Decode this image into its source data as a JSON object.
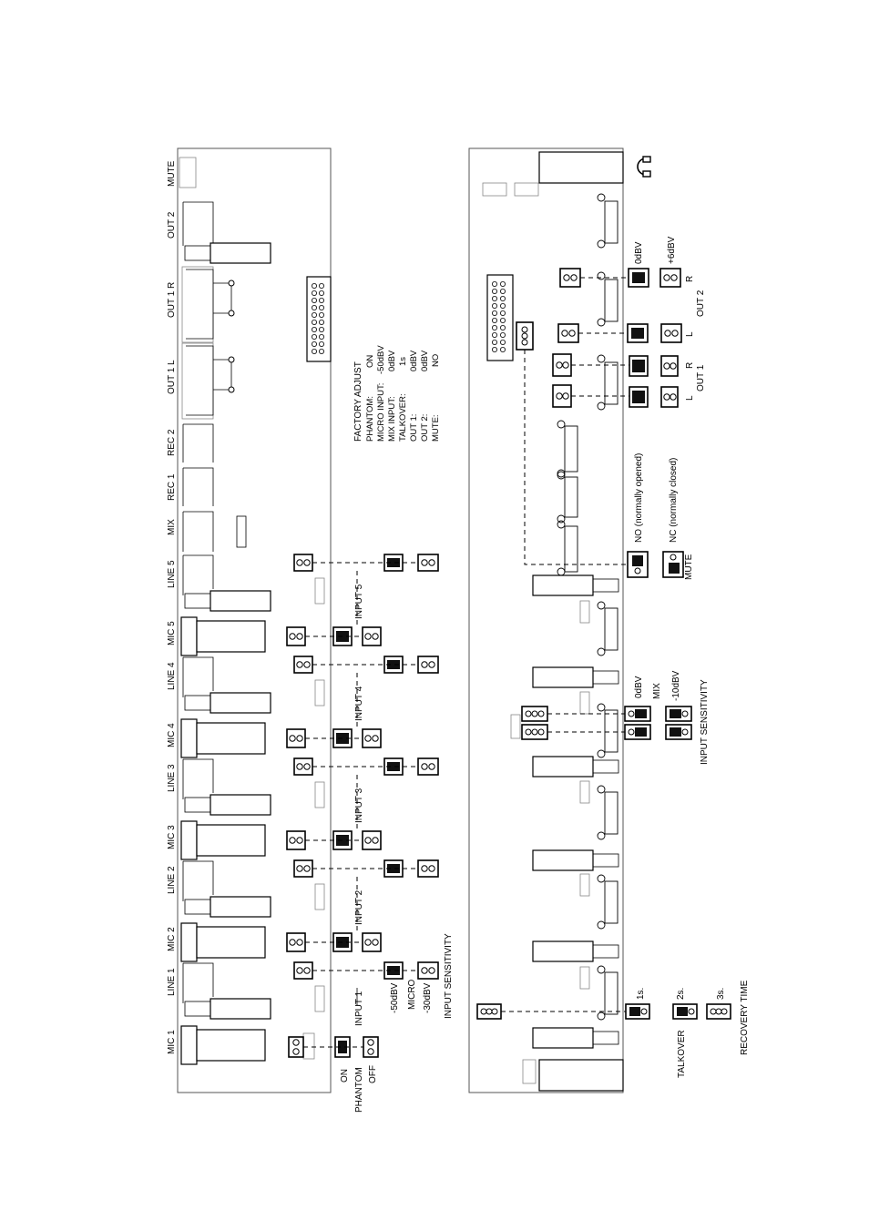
{
  "top_panel": {
    "connectors": [
      "MIC 1",
      "LINE 1",
      "MIC 2",
      "LINE 2",
      "MIC 3",
      "LINE 3",
      "MIC 4",
      "LINE 4",
      "MIC 5",
      "LINE 5",
      "MIX",
      "REC 1",
      "REC 2",
      "OUT 1 L",
      "OUT 1 R",
      "OUT 2",
      "MUTE"
    ],
    "inputs": [
      "INPUT 1",
      "INPUT 2",
      "INPUT 3",
      "INPUT 4",
      "INPUT 5"
    ],
    "phantom": {
      "on": "ON",
      "label": "PHANTOM",
      "off": "OFF"
    },
    "micro_sensitivity": {
      "high": "-50dBV",
      "label": "MICRO",
      "low": "-30dBV",
      "caption": "INPUT SENSITIVITY"
    },
    "factory_adjust": {
      "title": "FACTORY ADJUST",
      "rows": [
        {
          "label": "PHANTOM:",
          "value": "ON"
        },
        {
          "label": "MICRO INPUT:",
          "value": "-50dBV"
        },
        {
          "label": "MIX INPUT:",
          "value": "0dBV"
        },
        {
          "label": "TALKOVER:",
          "value": "1s"
        },
        {
          "label": "OUT 1:",
          "value": "0dBV"
        },
        {
          "label": "OUT 2:",
          "value": "0dBV"
        },
        {
          "label": "MUTE:",
          "value": "NO"
        }
      ]
    }
  },
  "bottom_panel": {
    "talkover": {
      "label": "TALKOVER",
      "options": [
        "1s.",
        "2s.",
        "3s."
      ],
      "caption": "RECOVERY TIME"
    },
    "mix": {
      "high": "0dBV",
      "label": "MIX",
      "low": "-10dBV",
      "caption": "INPUT SENSITIVITY"
    },
    "mute": {
      "no": "NO (normally opened)",
      "nc": "NC (normally closed)",
      "label": "MUTE"
    },
    "out1": {
      "left": "L",
      "right": "R",
      "label": "OUT 1"
    },
    "out2": {
      "high": "0dBV",
      "low": "+6dBV",
      "left": "L",
      "right": "R",
      "label": "OUT 2"
    }
  }
}
